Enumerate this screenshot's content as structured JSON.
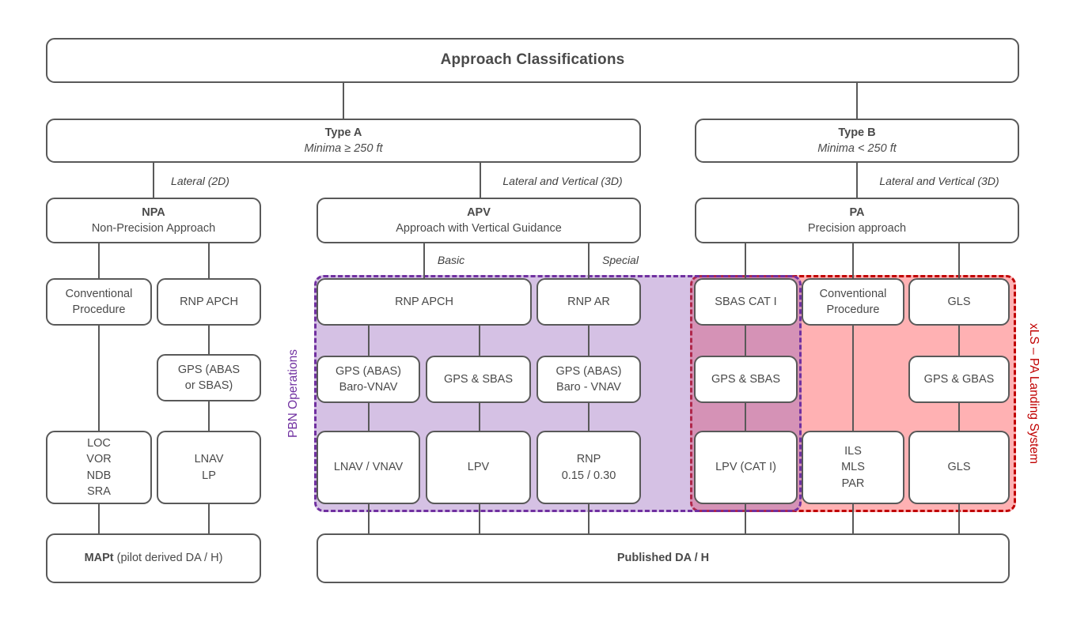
{
  "title": "Approach Classifications",
  "type_a": {
    "name": "Type A",
    "minima": "Minima ≥ 250 ft"
  },
  "type_b": {
    "name": "Type B",
    "minima": "Minima < 250 ft"
  },
  "branch_labels": {
    "npa": "Lateral (2D)",
    "apv": "Lateral and Vertical (3D)",
    "pa": "Lateral and Vertical (3D)",
    "basic": "Basic",
    "special": "Special"
  },
  "npa": {
    "abbr": "NPA",
    "full": "Non-Precision Approach"
  },
  "apv": {
    "abbr": "APV",
    "full": "Approach with Vertical Guidance"
  },
  "pa": {
    "abbr": "PA",
    "full": "Precision approach"
  },
  "boxes": {
    "conventional_npa": "Conventional\nProcedure",
    "rnp_apch_npa": "RNP APCH",
    "gps_abas_or_sbas": "GPS (ABAS\nor SBAS)",
    "loc_vor_ndb_sra": "LOC\nVOR\nNDB\nSRA",
    "lnav_lp": "LNAV\nLP",
    "rnp_apch_apv": "RNP APCH",
    "rnp_ar": "RNP AR",
    "gps_abas_baro_vnav": "GPS (ABAS)\nBaro-VNAV",
    "gps_and_sbas_apv": "GPS & SBAS",
    "gps_abas_baro_vnav_ar": "GPS (ABAS)\nBaro - VNAV",
    "lnav_vnav": "LNAV / VNAV",
    "lpv": "LPV",
    "rnp_015_030": "RNP\n0.15 / 0.30",
    "sbas_cat_i": "SBAS CAT I",
    "conventional_pa": "Conventional\nProcedure",
    "gls_top": "GLS",
    "gps_and_sbas_pa": "GPS & SBAS",
    "gps_and_gbas": "GPS & GBAS",
    "lpv_cat_i": "LPV (CAT I)",
    "ils_mls_par": "ILS\nMLS\nPAR",
    "gls_bottom": "GLS"
  },
  "mapt": {
    "bold": "MAPt",
    "rest": "(pilot derived DA / H)"
  },
  "published_label": "Published DA / H",
  "region_labels": {
    "pbn": "PBN Operations",
    "xls": "xLS – PA Landing System"
  },
  "colors": {
    "pbn_accent": "#7030A0",
    "xls_accent": "#C00000",
    "pbn_fill": "#D5C1E4",
    "xls_fill": "#FFB1B3",
    "overlap_fill": "#D689A9",
    "line": "#595959"
  }
}
